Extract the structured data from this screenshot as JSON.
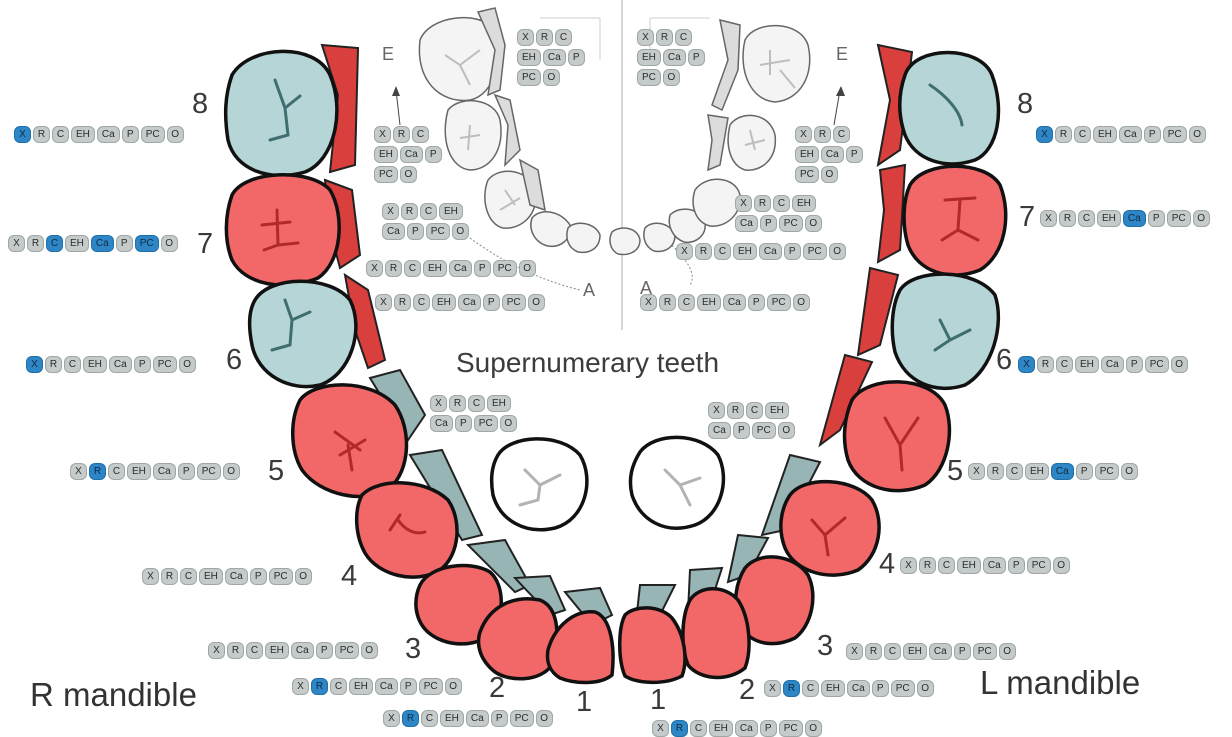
{
  "colors": {
    "red_tooth": "#f26868",
    "teal_tooth": "#b6d5d6",
    "selected_chip": "#2f86c6",
    "chip": "#c5cbcb"
  },
  "labels": {
    "right_side": "R mandible",
    "left_side": "L mandible",
    "supernumerary": "Supernumerary teeth",
    "e_left": "E",
    "e_right": "E",
    "a_left": "A",
    "a_right": "A"
  },
  "tooth_numbers": {
    "r8": "8",
    "r7": "7",
    "r6": "6",
    "r5": "5",
    "r4": "4",
    "r3": "3",
    "r2": "2",
    "r1": "1",
    "l8": "8",
    "l7": "7",
    "l6": "6",
    "l5": "5",
    "l4": "4",
    "l3": "3",
    "l2": "2",
    "l1": "1"
  },
  "chip_labels": [
    "X",
    "R",
    "C",
    "EH",
    "Ca",
    "P",
    "PC",
    "O"
  ],
  "codes": {
    "X": "X",
    "R": "R",
    "C": "C",
    "EH": "EH",
    "Ca": "Ca",
    "P": "P",
    "PC": "PC",
    "O": "O"
  },
  "selections": {
    "r8": [
      "X"
    ],
    "r7": [
      "C",
      "Ca",
      "PC"
    ],
    "r6": [
      "X"
    ],
    "r5": [
      "R"
    ],
    "r4": [],
    "r3": [],
    "r2": [
      "R"
    ],
    "r1": [
      "R"
    ],
    "l8": [
      "X"
    ],
    "l7": [
      "Ca"
    ],
    "l6": [
      "X"
    ],
    "l5": [
      "Ca"
    ],
    "l4": [],
    "l3": [],
    "l2": [
      "R"
    ],
    "l1": [
      "R"
    ],
    "prim_r_e": [],
    "prim_r_d": [],
    "prim_r_c": [],
    "prim_r_b": [],
    "prim_r_a": [],
    "prim_l_e": [],
    "prim_l_d": [],
    "prim_l_c": [],
    "prim_l_b": [],
    "prim_l_a": [],
    "top_left": [],
    "top_right": [],
    "super_left": [],
    "super_right": []
  }
}
